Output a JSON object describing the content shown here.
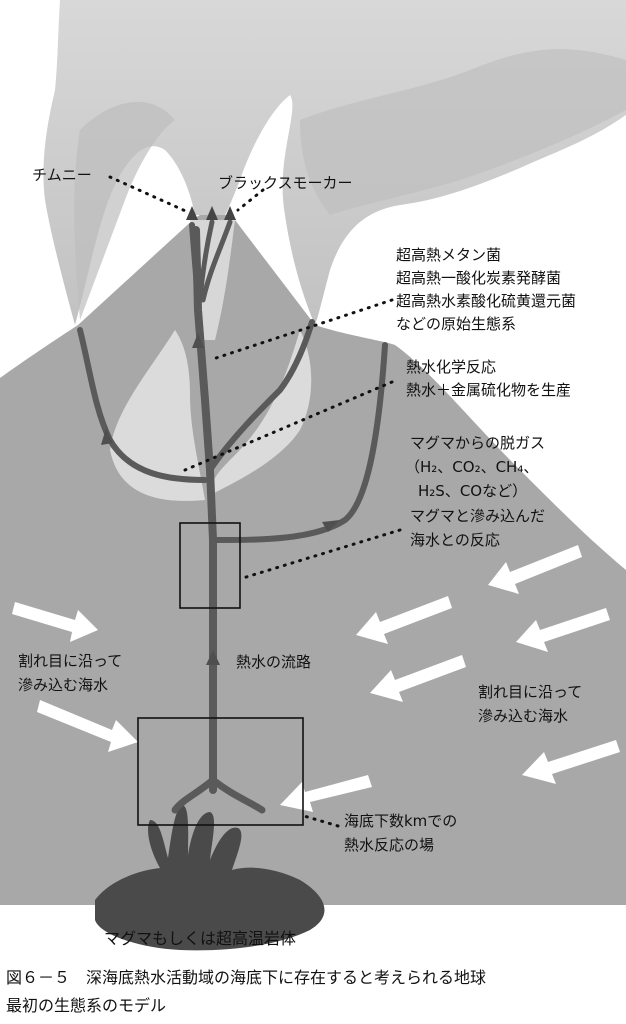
{
  "labels": {
    "chimney": "チムニー",
    "black_smoker": "ブラックスモーカー",
    "ecosystem": [
      "超高熱メタン菌",
      "超高熱一酸化炭素発酵菌",
      "超高熱水素酸化硫黄還元菌",
      "などの原始生態系"
    ],
    "hydro_reaction": [
      "熱水化学反応",
      "熱水＋金属硫化物を生産"
    ],
    "degas": [
      "マグマからの脱ガス",
      "（H₂、CO₂、CH₄、",
      "H₂S、COなど）",
      "マグマと滲み込んだ",
      "海水との反応"
    ],
    "flow_path": "熱水の流路",
    "seep_left": [
      "割れ目に沿って",
      "滲み込む海水"
    ],
    "seep_right": [
      "割れ目に沿って",
      "滲み込む海水"
    ],
    "subsea": [
      "海底下数kmでの",
      "熱水反応の場"
    ],
    "magma": "マグマもしくは超高温岩体"
  },
  "caption": {
    "line1": "図６－５　深海底熱水活動域の海底下に存在すると考えられる地球",
    "line2": "最初の生態系のモデル"
  },
  "colors": {
    "seafloor": "#a8a8a8",
    "plume": "#cfcfcf",
    "conduit": "#5a5a5a",
    "magma": "#4a4a4a",
    "glow": "#e6e6e6",
    "arrow_white": "#ffffff"
  }
}
